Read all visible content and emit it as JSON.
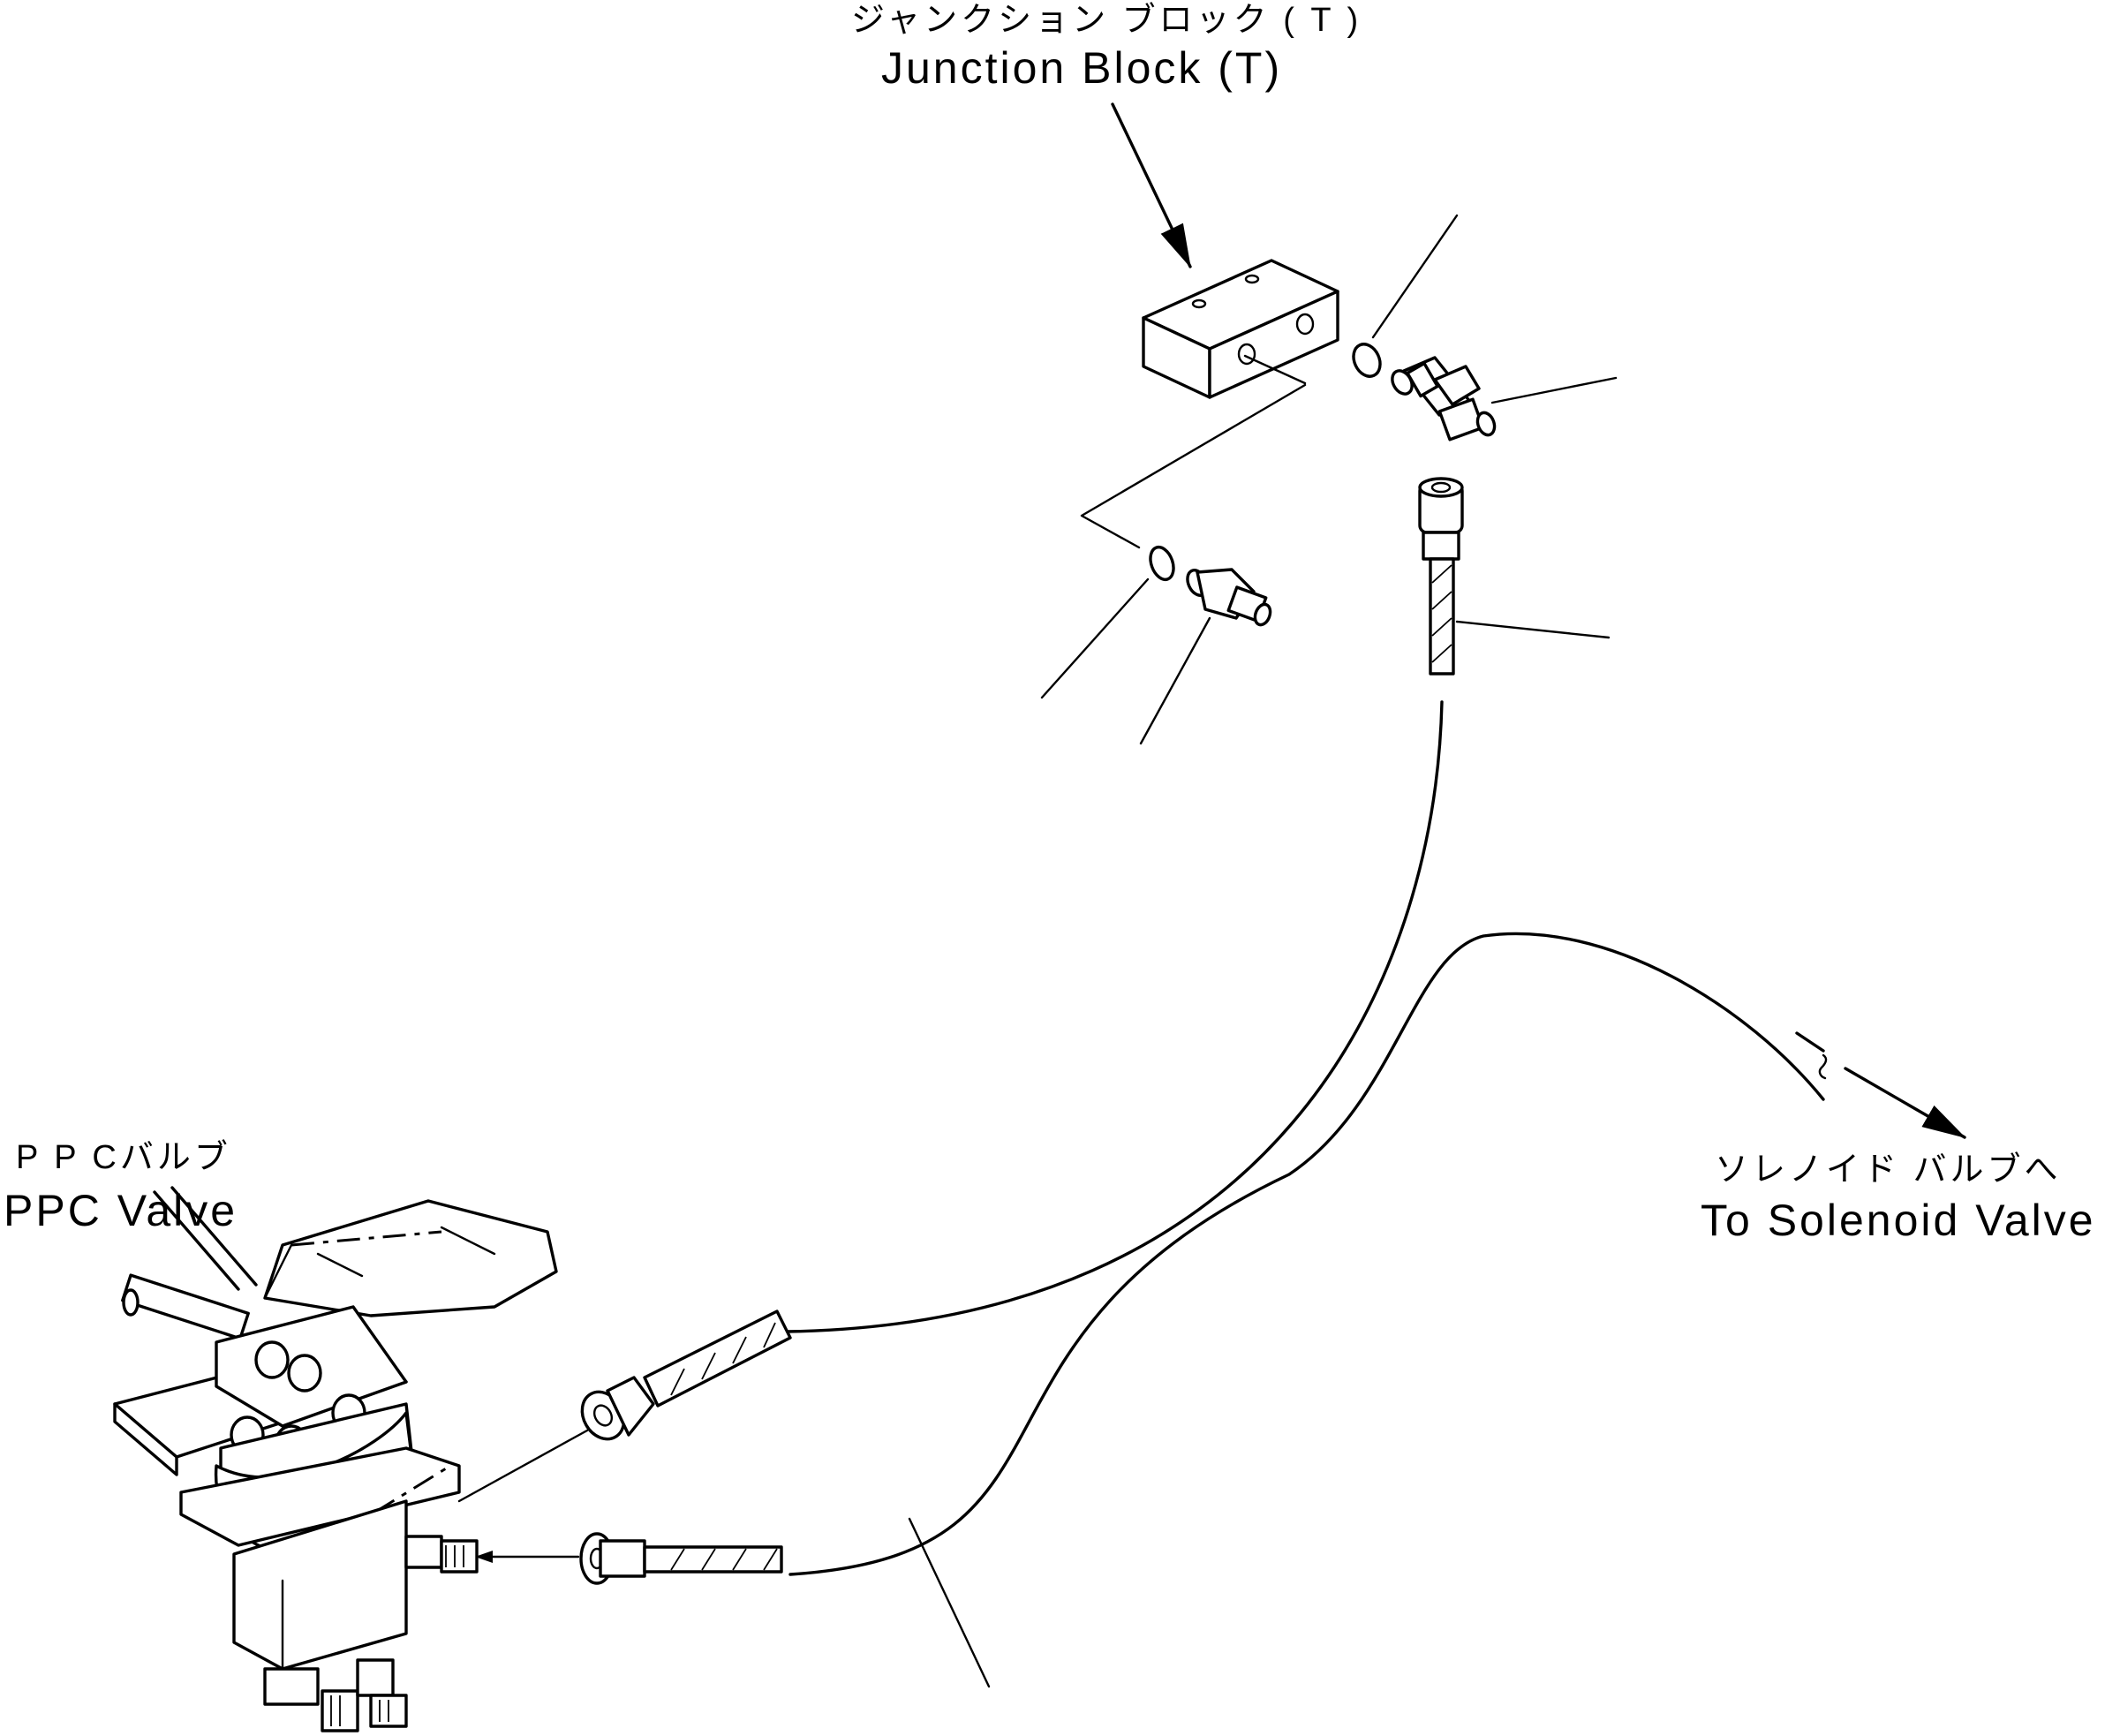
{
  "labels": {
    "junction_block_jp": "ジャンクション ブロック ( T )",
    "junction_block_en": "Junction Block (T)",
    "ppc_valve_jp": "P P Cバルブ",
    "ppc_valve_en": "PPC  Valve",
    "solenoid_jp": "ソレノイド  バルブへ",
    "solenoid_en": "To Solenoid Valve"
  },
  "colors": {
    "line": "#000000",
    "background": "#ffffff"
  }
}
